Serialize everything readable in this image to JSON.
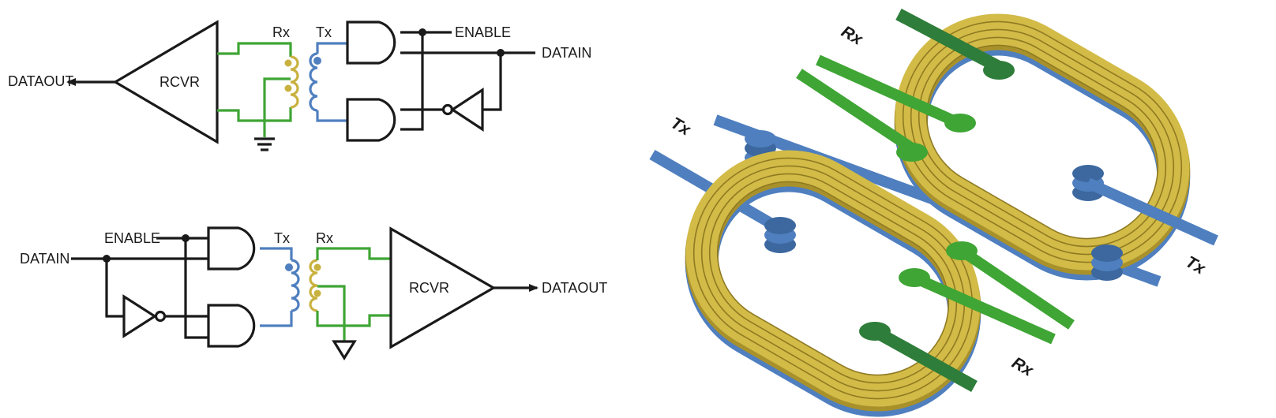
{
  "colors": {
    "ink": "#1a1a1a",
    "rx_green": "#3fa535",
    "rx_green_dark": "#2e7d3a",
    "tx_blue": "#4f7fbf",
    "coil_yellow": "#c9b13f"
  },
  "top_circuit": {
    "dataout": "DATAOUT",
    "rcvr": "RCVR",
    "rx": "Rx",
    "tx": "Tx",
    "enable": "ENABLE",
    "datain": "DATAIN"
  },
  "bottom_circuit": {
    "enable": "ENABLE",
    "datain": "DATAIN",
    "tx": "Tx",
    "rx": "Rx",
    "rcvr": "RCVR",
    "dataout": "DATAOUT"
  },
  "coil_3d": {
    "rx_top": "Rx",
    "tx_left": "Tx",
    "tx_right": "Tx",
    "rx_bottom": "Rx"
  }
}
